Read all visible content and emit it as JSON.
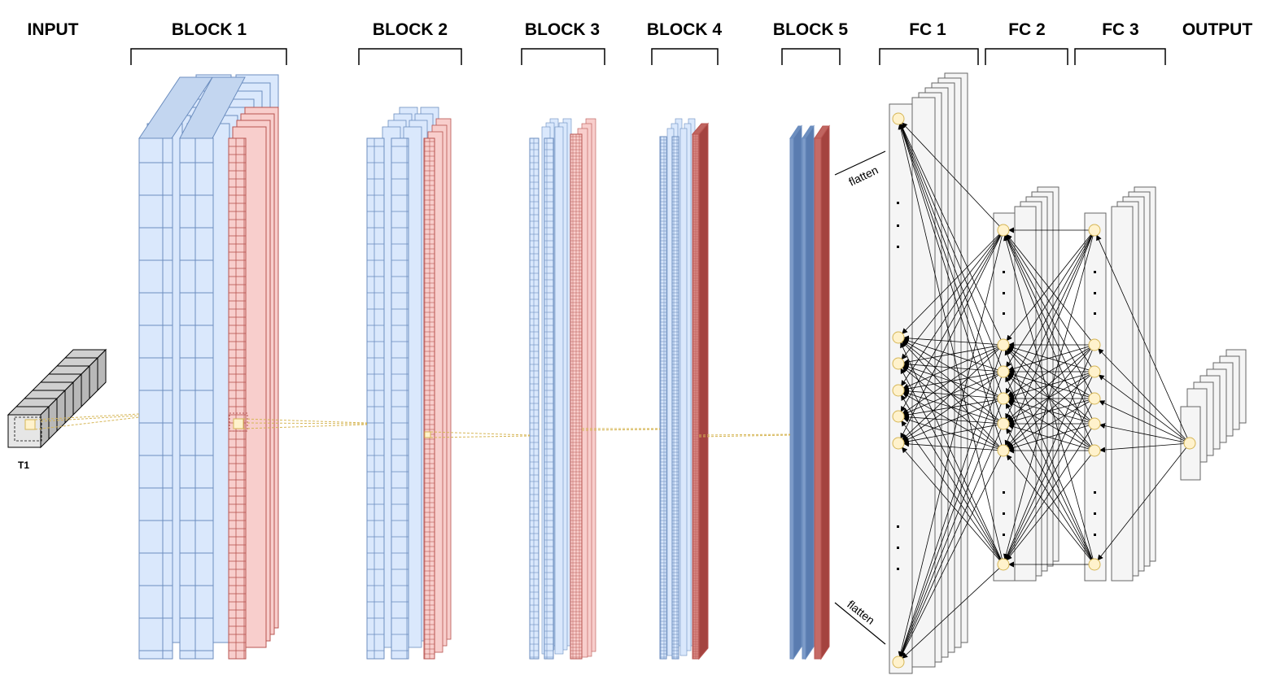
{
  "labels": {
    "input": "INPUT",
    "block1": "BLOCK 1",
    "block2": "BLOCK 2",
    "block3": "BLOCK 3",
    "block4": "BLOCK 4",
    "block5": "BLOCK 5",
    "fc1": "FC 1",
    "fc2": "FC 2",
    "fc3": "FC 3",
    "output": "OUTPUT",
    "input_tensor": "T1",
    "flatten_top": "flatten",
    "flatten_bottom": "flatten"
  },
  "colors": {
    "conv_fill": "#dae8fc",
    "conv_stroke": "#6c8ebf",
    "pool_fill": "#f8cecc",
    "pool_stroke": "#b85450",
    "dark_conv": "#7e9cc9",
    "dark_pool": "#b85450",
    "input_fill": "#e6e6e6",
    "neuron_fill": "#fff2cc",
    "neuron_stroke": "#d6b656",
    "fc_fill": "#f5f5f5",
    "fc_stroke": "#666666",
    "receptive_line": "#d6b656"
  }
}
